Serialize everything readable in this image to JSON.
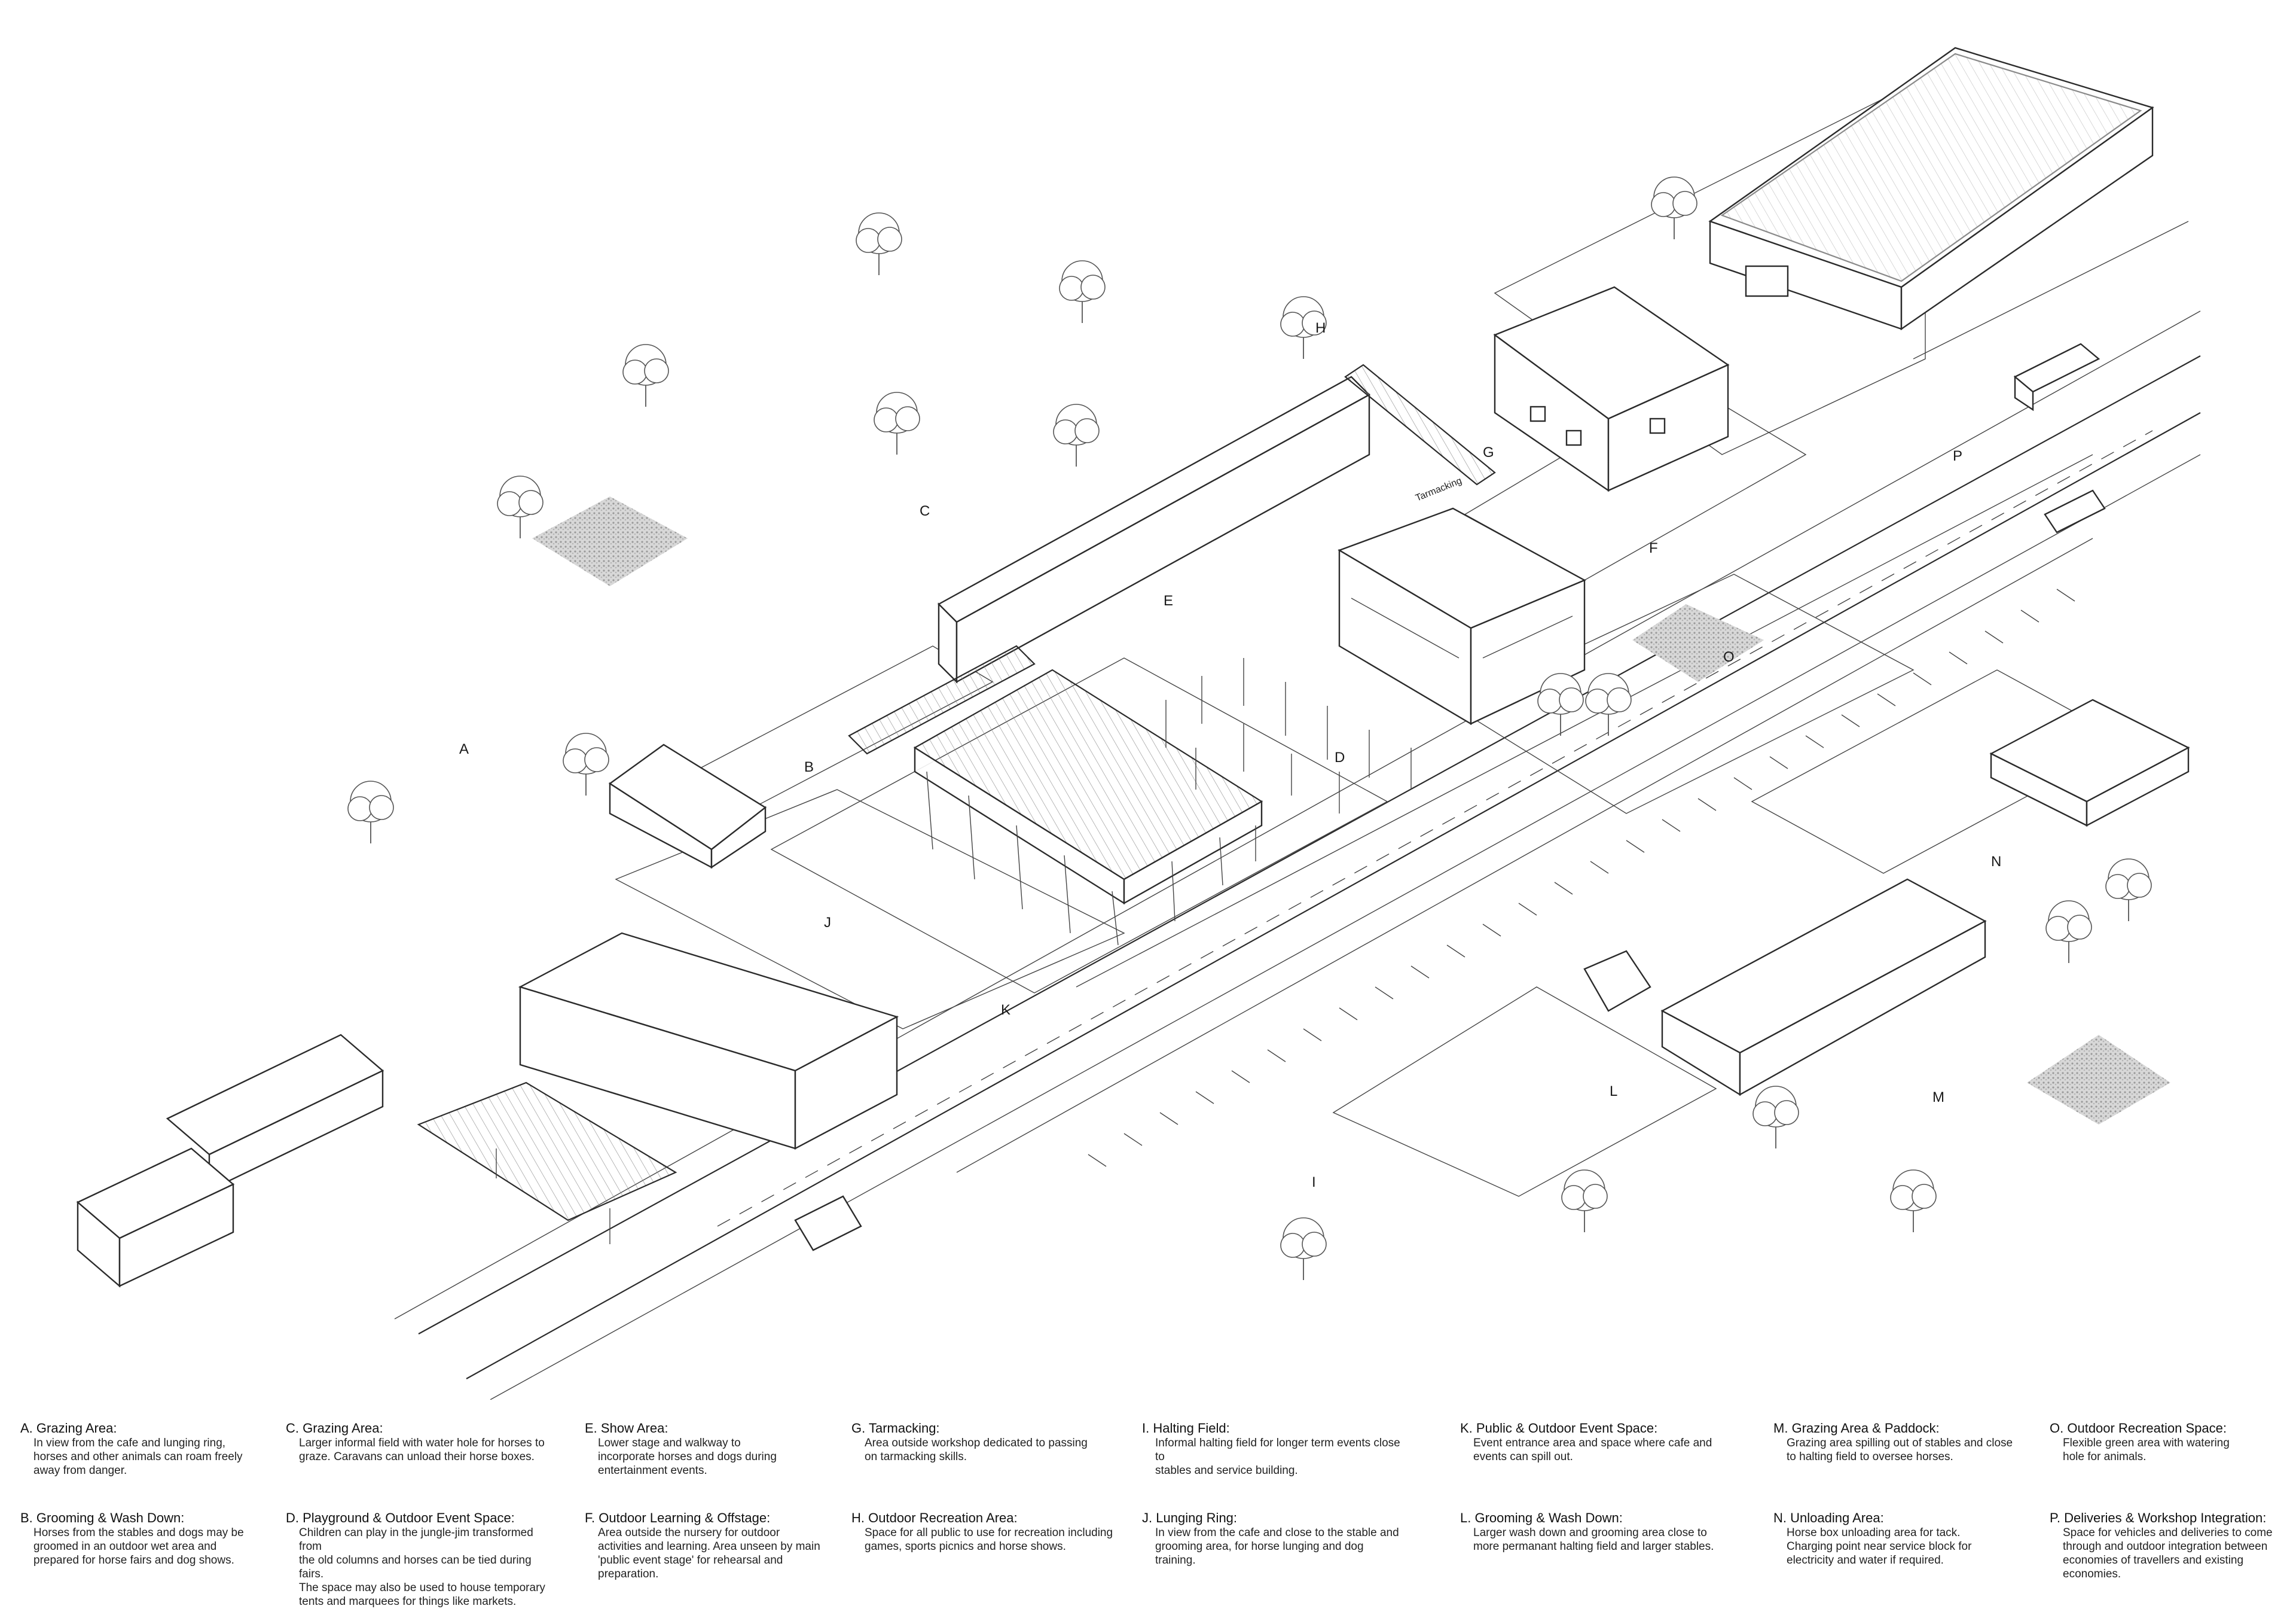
{
  "zone_labels": {
    "A": "A",
    "B": "B",
    "C": "C",
    "D": "D",
    "E": "E",
    "F": "F",
    "G": "G",
    "H": "H",
    "I": "I",
    "J": "J",
    "K": "K",
    "L": "L",
    "M": "M",
    "N": "N",
    "O": "O",
    "P": "P"
  },
  "signage": {
    "tarmacking_sign": "Tarmacking"
  },
  "legend": [
    {
      "key": "A.",
      "title": "Grazing Area:",
      "lines": [
        "In view from the cafe and lunging ring,",
        "horses and other animals can roam freely",
        "away from danger."
      ]
    },
    {
      "key": "B.",
      "title": "Grooming & Wash Down:",
      "lines": [
        "Horses from the stables and dogs may be",
        "groomed in an outdoor wet area and",
        "prepared for horse fairs and dog shows."
      ]
    },
    {
      "key": "C.",
      "title": "Grazing Area:",
      "lines": [
        "Larger informal field with water hole for horses to",
        "graze. Caravans can unload their horse boxes."
      ]
    },
    {
      "key": "D.",
      "title": "Playground & Outdoor Event Space:",
      "lines": [
        "Children can play in the jungle-jim transformed from",
        "the old columns and horses can be tied during fairs.",
        "The space may also be used to house temporary",
        "tents and marquees for things like markets."
      ]
    },
    {
      "key": "E.",
      "title": "Show Area:",
      "lines": [
        "Lower stage and walkway to",
        "incorporate horses and dogs during",
        "entertainment events."
      ]
    },
    {
      "key": "F.",
      "title": "Outdoor Learning & Offstage:",
      "lines": [
        "Area outside the nursery for outdoor",
        "activities and learning. Area unseen by main",
        "'public event stage' for rehearsal and",
        "preparation."
      ]
    },
    {
      "key": "G.",
      "title": "Tarmacking:",
      "lines": [
        "Area outside workshop dedicated to passing",
        "on tarmacking skills."
      ]
    },
    {
      "key": "H.",
      "title": "Outdoor Recreation Area:",
      "lines": [
        "Space for all public to use for recreation including",
        "games, sports picnics and horse shows."
      ]
    },
    {
      "key": "I.",
      "title": "Halting Field:",
      "lines": [
        "Informal halting field for longer term events close to",
        "stables and service building."
      ]
    },
    {
      "key": "J.",
      "title": "Lunging Ring:",
      "lines": [
        "In view from the cafe and close to the stable and",
        "grooming area, for horse lunging and dog training."
      ]
    },
    {
      "key": "K.",
      "title": "Public & Outdoor Event Space:",
      "lines": [
        "Event entrance area and space where cafe and",
        "events can spill out."
      ]
    },
    {
      "key": "L.",
      "title": "Grooming & Wash Down:",
      "lines": [
        "Larger wash down and grooming area close to",
        "more permanant halting field and larger stables."
      ]
    },
    {
      "key": "M.",
      "title": "Grazing Area & Paddock:",
      "lines": [
        "Grazing area spilling out of stables and close",
        "to halting field to oversee horses."
      ]
    },
    {
      "key": "N.",
      "title": "Unloading Area:",
      "lines": [
        "Horse box unloading area for tack.",
        "Charging point near service block for",
        "electricity and water if required."
      ]
    },
    {
      "key": "O.",
      "title": "Outdoor Recreation Space:",
      "lines": [
        "Flexible green area with watering",
        "hole for animals."
      ]
    },
    {
      "key": "P.",
      "title": "Deliveries & Workshop Integration:",
      "lines": [
        "Space for vehicles and deliveries to come",
        "through and outdoor integration between",
        "economies of travellers and existing",
        "economies."
      ]
    }
  ]
}
